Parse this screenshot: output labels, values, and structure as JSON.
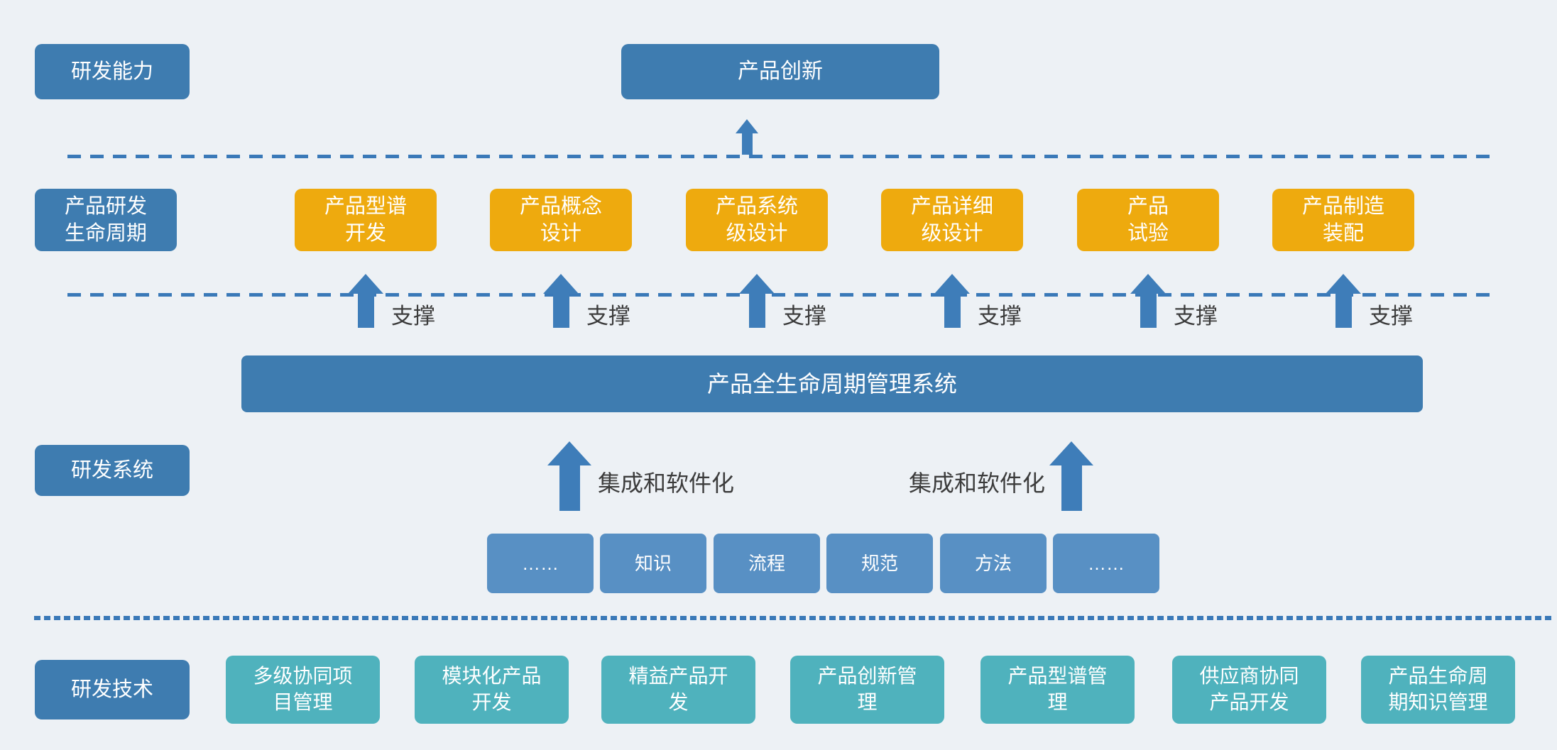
{
  "labels": {
    "support": "支撑",
    "integration": "集成和软件化"
  },
  "row_capability": {
    "side_label": "研发能力",
    "innovation_box": "产品创新"
  },
  "row_lifecycle": {
    "side_label": "产品研发\n生命周期",
    "stages": [
      "产品型谱\n开发",
      "产品概念\n设计",
      "产品系统\n级设计",
      "产品详细\n级设计",
      "产品\n试验",
      "产品制造\n装配"
    ]
  },
  "row_system": {
    "side_label": "研发系统",
    "plm_bar": "产品全生命周期管理系统",
    "elements": [
      "……",
      "知识",
      "流程",
      "规范",
      "方法",
      "……"
    ]
  },
  "row_technology": {
    "side_label": "研发技术",
    "items": [
      "多级协同项\n目管理",
      "模块化产品\n开发",
      "精益产品开\n发",
      "产品创新管\n理",
      "产品型谱管\n理",
      "供应商协同\n产品开发",
      "产品生命周\n期知识管理"
    ]
  },
  "colors": {
    "background": "#edf1f5",
    "steel_blue": "#3e7cb0",
    "orange": "#eeaa0e",
    "medium_blue": "#5890c4",
    "teal": "#4fb2bd",
    "arrow_blue": "#3e7db9",
    "dash_blue": "#3a79b8",
    "label_text": "#3c3c3c"
  }
}
